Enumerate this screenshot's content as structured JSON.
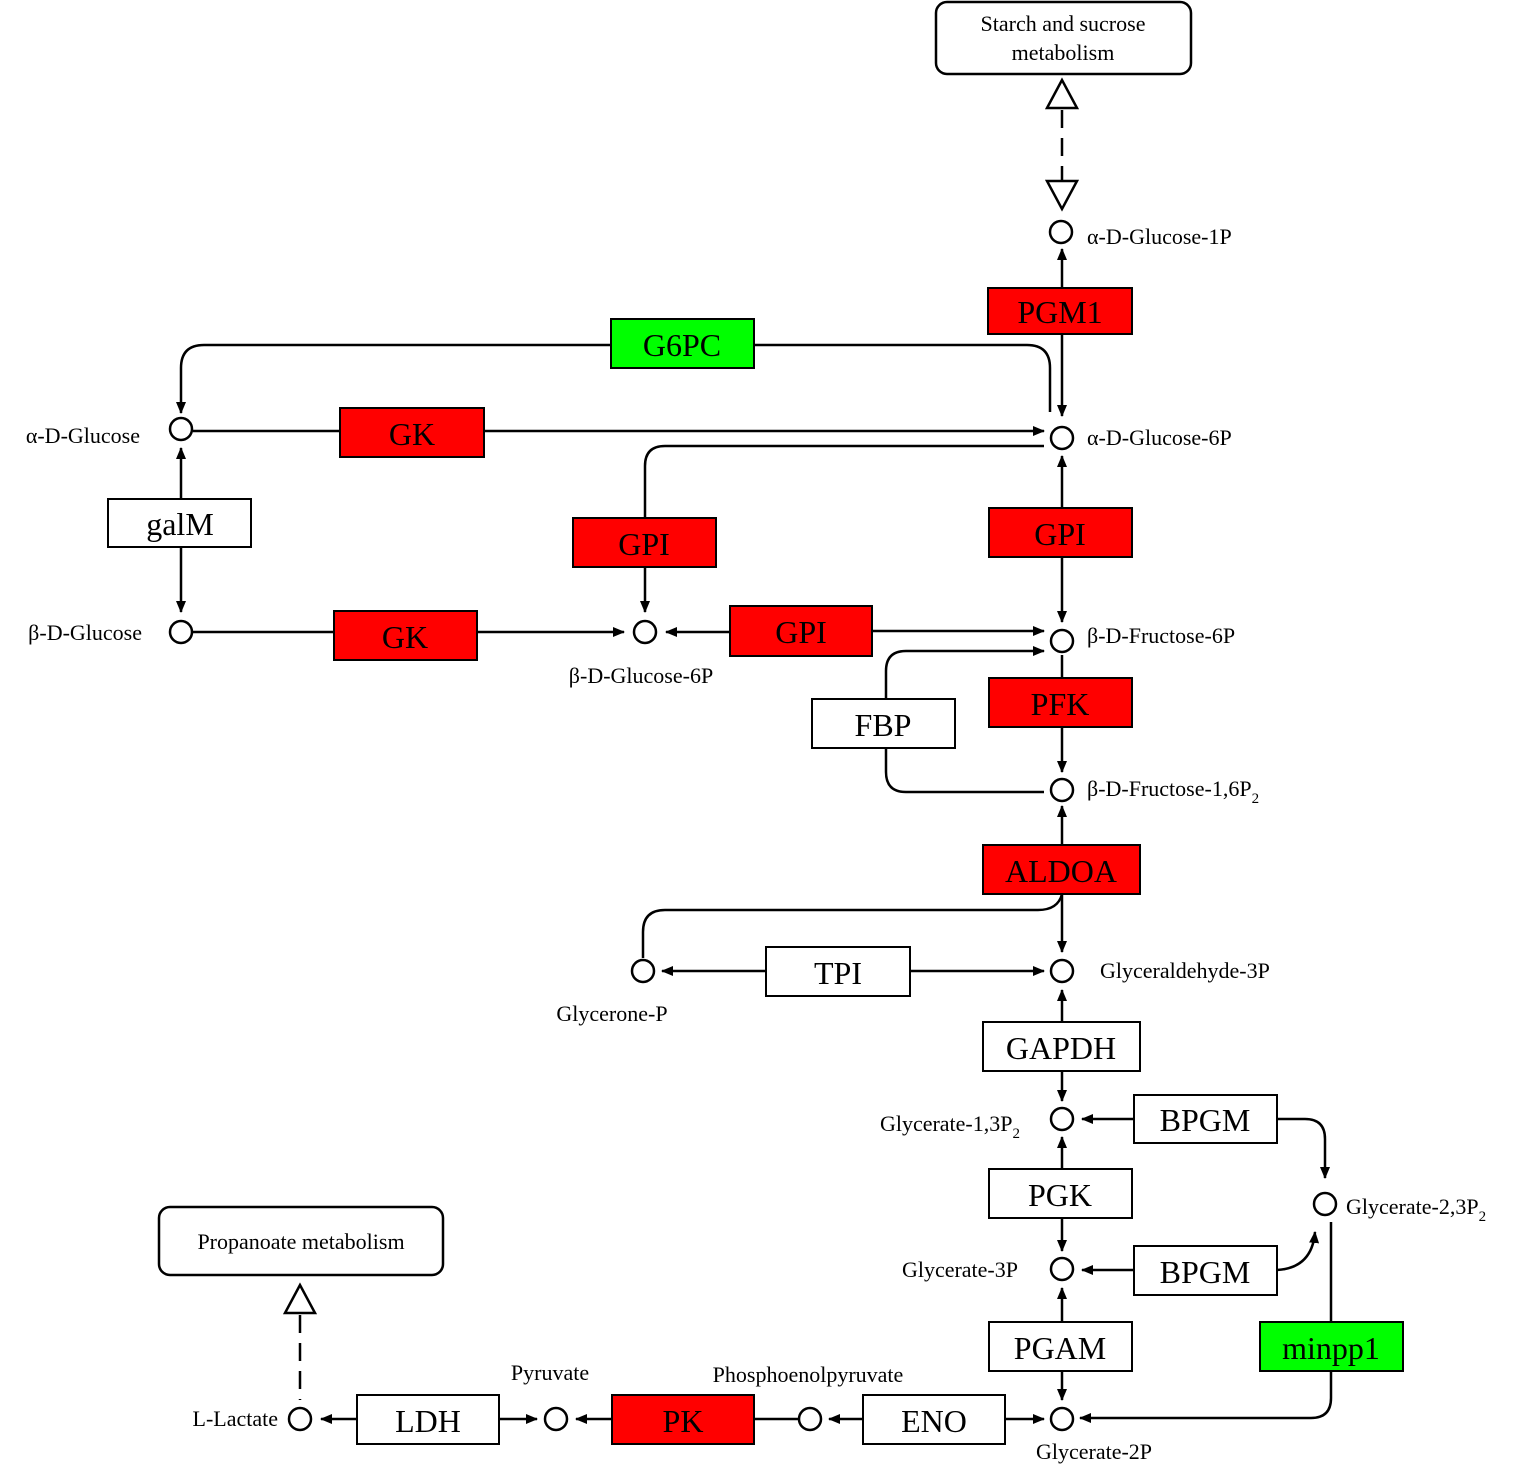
{
  "colors": {
    "up": "#ff0000",
    "down": "#00ff00",
    "neutral": "#ffffff",
    "line": "#000000"
  },
  "links": {
    "starch": {
      "line1": "Starch and sucrose",
      "line2": "metabolism"
    },
    "propanoate": {
      "label": "Propanoate metabolism"
    }
  },
  "enzymes": {
    "pgm1": {
      "label": "PGM1",
      "status": "up"
    },
    "g6pc": {
      "label": "G6PC",
      "status": "down"
    },
    "gk_a": {
      "label": "GK",
      "status": "up"
    },
    "gk_b": {
      "label": "GK",
      "status": "up"
    },
    "galm": {
      "label": "galM",
      "status": "neutral"
    },
    "gpi_left": {
      "label": "GPI",
      "status": "up"
    },
    "gpi_right": {
      "label": "GPI",
      "status": "up"
    },
    "gpi_mid": {
      "label": "GPI",
      "status": "up"
    },
    "pfk": {
      "label": "PFK",
      "status": "up"
    },
    "fbp": {
      "label": "FBP",
      "status": "neutral"
    },
    "aldoa": {
      "label": "ALDOA",
      "status": "up"
    },
    "tpi": {
      "label": "TPI",
      "status": "neutral"
    },
    "gapdh": {
      "label": "GAPDH",
      "status": "neutral"
    },
    "bpgm1": {
      "label": "BPGM",
      "status": "neutral"
    },
    "pgk": {
      "label": "PGK",
      "status": "neutral"
    },
    "bpgm2": {
      "label": "BPGM",
      "status": "neutral"
    },
    "pgam": {
      "label": "PGAM",
      "status": "neutral"
    },
    "minpp1": {
      "label": "minpp1",
      "status": "down"
    },
    "eno": {
      "label": "ENO",
      "status": "neutral"
    },
    "pk": {
      "label": "PK",
      "status": "up"
    },
    "ldh": {
      "label": "LDH",
      "status": "neutral"
    }
  },
  "metabolites": {
    "a_glc_1p": {
      "label": "α-D-Glucose-1P"
    },
    "a_glc": {
      "label": "α-D-Glucose"
    },
    "a_glc_6p": {
      "label": "α-D-Glucose-6P"
    },
    "b_glc": {
      "label": "β-D-Glucose"
    },
    "b_glc_6p": {
      "label": "β-D-Glucose-6P"
    },
    "b_fru_6p": {
      "label": "β-D-Fructose-6P"
    },
    "b_fru_16p": {
      "label": "β-D-Fructose-1,6P",
      "sub": "2"
    },
    "g3p": {
      "label": "Glyceraldehyde-3P"
    },
    "glycerone": {
      "label": "Glycerone-P"
    },
    "gly_13p": {
      "label": "Glycerate-1,3P",
      "sub": "2"
    },
    "gly_23p": {
      "label": "Glycerate-2,3P",
      "sub": "2"
    },
    "gly_3p": {
      "label": "Glycerate-3P"
    },
    "gly_2p": {
      "label": "Glycerate-2P"
    },
    "pep": {
      "label": "Phosphoenolpyruvate"
    },
    "pyruvate": {
      "label": "Pyruvate"
    },
    "lactate": {
      "label": "L-Lactate"
    }
  }
}
